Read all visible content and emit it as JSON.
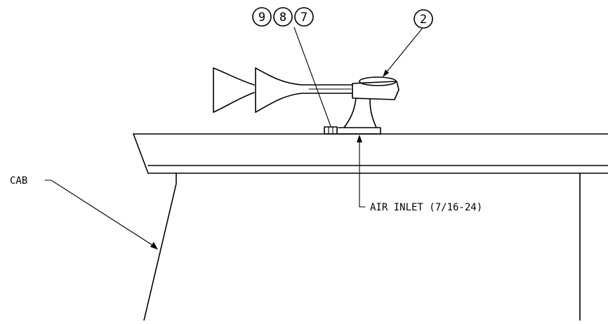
{
  "callouts": [
    {
      "number": "9"
    },
    {
      "number": "8"
    },
    {
      "number": "7"
    },
    {
      "number": "2"
    }
  ],
  "labels": {
    "cab": "CAB",
    "air_inlet": "AIR INLET (7/16-24)"
  }
}
